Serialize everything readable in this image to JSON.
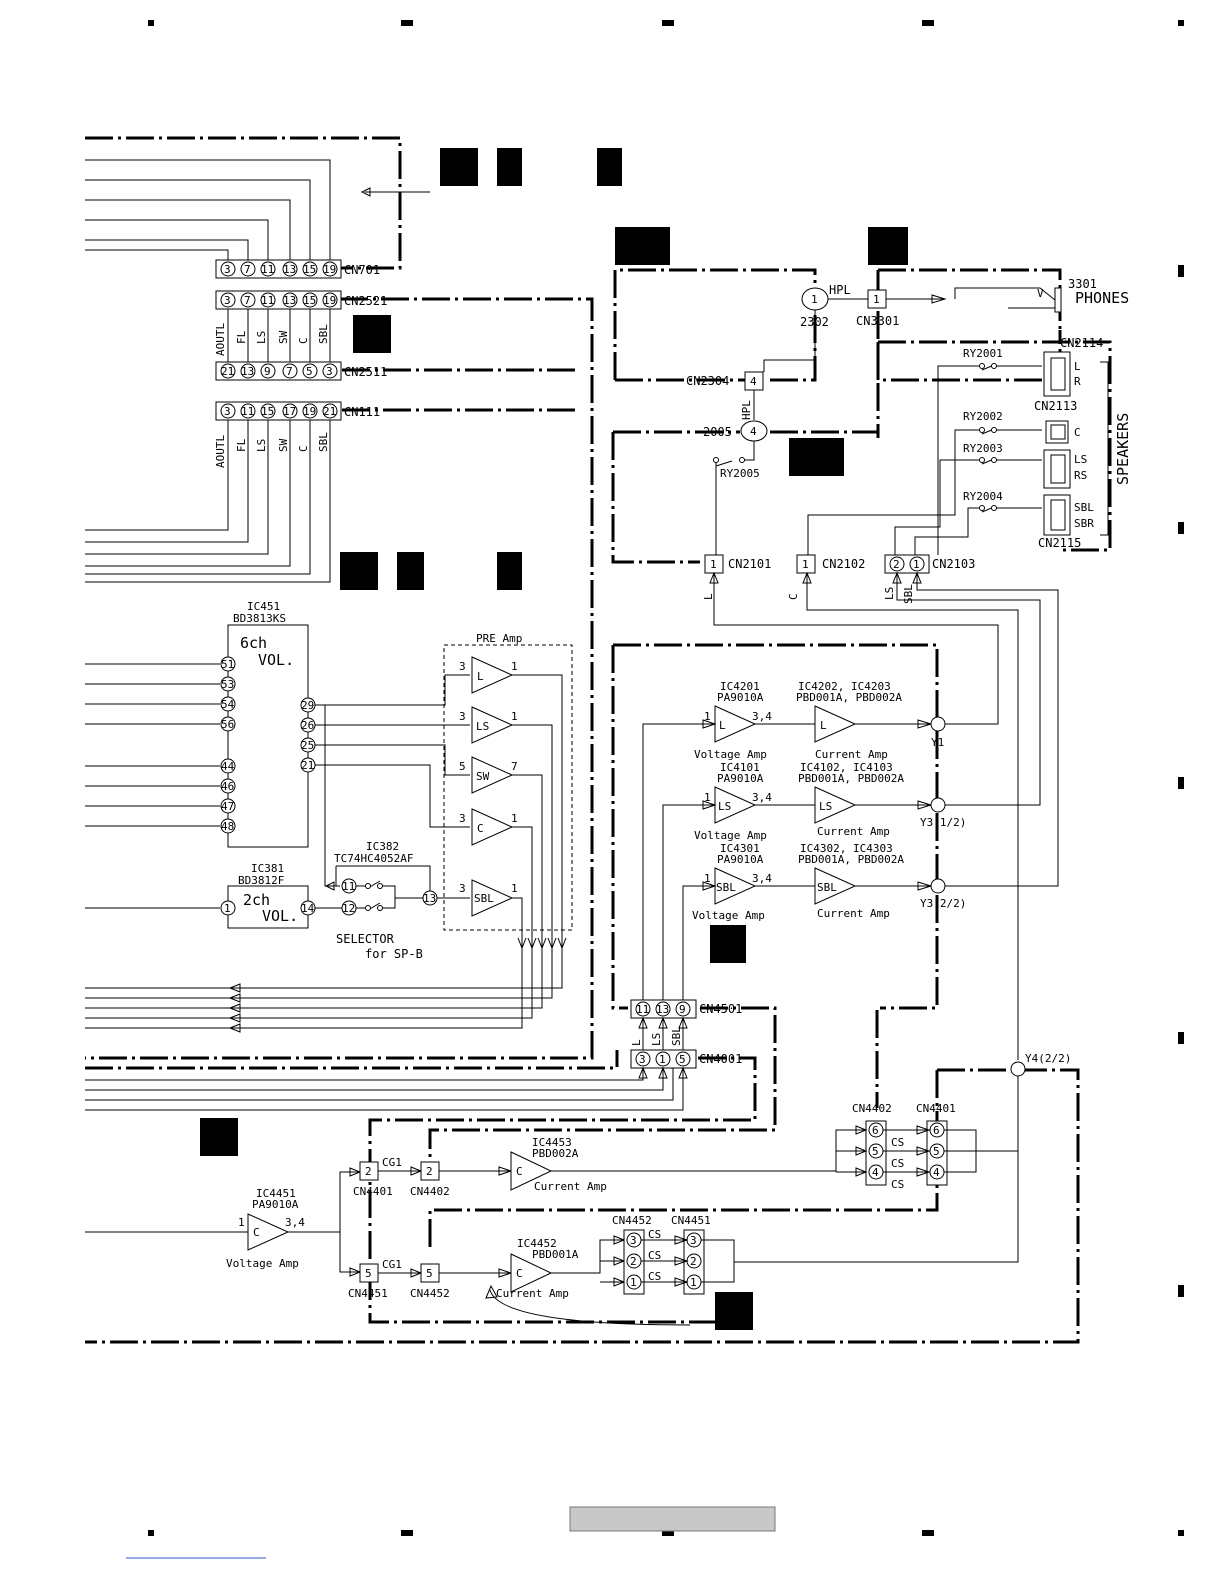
{
  "connectors": {
    "cn701": {
      "label": "CN701",
      "pins": [
        "3",
        "7",
        "11",
        "13",
        "15",
        "19"
      ]
    },
    "cn2521": {
      "label": "CN2521",
      "pins": [
        "3",
        "7",
        "11",
        "13",
        "15",
        "19"
      ]
    },
    "cn2511": {
      "label": "CN2511",
      "pins": [
        "21",
        "13",
        "9",
        "7",
        "5",
        "3"
      ]
    },
    "cn111": {
      "label": "CN111",
      "pins": [
        "3",
        "11",
        "15",
        "17",
        "19",
        "21"
      ]
    },
    "cn2302": {
      "label": "2302",
      "pin": "1"
    },
    "cn3301": {
      "label": "CN3301",
      "pin": "1"
    },
    "cn2304": {
      "label": "CN2304",
      "pin": "4"
    },
    "cn2005": {
      "label": "2005",
      "pin": "4"
    },
    "cn2101": {
      "label": "CN2101",
      "pin": "1"
    },
    "cn2102": {
      "label": "CN2102",
      "pin": "1"
    },
    "cn2103": {
      "label": "CN2103",
      "pins": [
        "2",
        "1"
      ]
    },
    "cn2114": {
      "label": "CN2114"
    },
    "cn2113": {
      "label": "CN2113"
    },
    "cn2115": {
      "label": "CN2115"
    },
    "cn4501": {
      "label": "CN4501",
      "pins": [
        "11",
        "13",
        "9"
      ]
    },
    "cn4001": {
      "label": "CN4001",
      "pins": [
        "3",
        "1",
        "5"
      ]
    },
    "cn4402": {
      "label": "CN4402",
      "pins": [
        "6",
        "5",
        "4"
      ]
    },
    "cn4401": {
      "label": "CN4401",
      "pins": [
        "6",
        "5",
        "4"
      ]
    },
    "cn4401b": {
      "label": "CN4401",
      "pin": "2"
    },
    "cn4402b": {
      "label": "CN4402",
      "pin": "2"
    },
    "cn4451b": {
      "label": "CN4451",
      "pin": "5"
    },
    "cn4452b": {
      "label": "CN4452",
      "pin": "5"
    },
    "cn4452": {
      "label": "CN4452",
      "pins": [
        "3",
        "2",
        "1"
      ]
    },
    "cn4451": {
      "label": "CN4451",
      "pins": [
        "3",
        "2",
        "1"
      ]
    }
  },
  "signals": {
    "group_a": [
      "AOUTL",
      "FL",
      "LS",
      "SW",
      "C",
      "SBL"
    ],
    "group_b": [
      "AOUTL",
      "FL",
      "LS",
      "SW",
      "C",
      "SBL"
    ],
    "hpl_top": "HPL",
    "hpl_side": "HPL",
    "cn2101_sig": "L",
    "cn2102_sig": "C",
    "cn2103_sig": [
      "LS",
      "SBL"
    ],
    "cn4501_sig": [
      "L",
      "LS",
      "SBL"
    ],
    "cg1_a": "CG1",
    "cg1_b": "CG1",
    "cs": "CS"
  },
  "phones": {
    "jack": "3301",
    "label": "PHONES",
    "v_label": "V"
  },
  "speakers": {
    "title": "SPEAKERS",
    "relays": [
      "RY2001",
      "RY2002",
      "RY2003",
      "RY2004",
      "RY2005"
    ],
    "terminals": [
      "L",
      "R",
      "C",
      "LS",
      "RS",
      "SBL",
      "SBR"
    ]
  },
  "ic451": {
    "part": "IC451",
    "model": "BD3813KS",
    "func_line1": "6ch",
    "func_line2": "VOL.",
    "pins_left": [
      "51",
      "53",
      "54",
      "56",
      "44",
      "46",
      "47",
      "48"
    ],
    "pins_right": [
      "29",
      "26",
      "25",
      "21"
    ]
  },
  "ic381": {
    "part": "IC381",
    "model": "BD3812F",
    "func_line1": "2ch",
    "func_line2": "VOL.",
    "pin_in": "1",
    "pin_out": "14"
  },
  "ic382": {
    "part": "IC382",
    "model": "TC74HC4052AF",
    "pins": [
      "11",
      "12",
      "13"
    ],
    "label_line1": "SELECTOR",
    "label_line2": "for SP-B"
  },
  "pre_amp": {
    "title": "PRE Amp",
    "stages": [
      {
        "name": "L",
        "in": "3",
        "out": "1"
      },
      {
        "name": "LS",
        "in": "3",
        "out": "1"
      },
      {
        "name": "SW",
        "in": "5",
        "out": "7"
      },
      {
        "name": "C",
        "in": "3",
        "out": "1"
      },
      {
        "name": "SBL",
        "in": "3",
        "out": "1"
      }
    ]
  },
  "power_amp": [
    {
      "v_ic": "IC4201",
      "v_model": "PA9010A",
      "c_ic": "IC4202, IC4203",
      "c_model": "PBD001A, PBD002A",
      "ch": "L",
      "in": "1",
      "out": "3,4",
      "v_label": "Voltage Amp",
      "c_label": "Current Amp",
      "node": "Y1"
    },
    {
      "v_ic": "IC4101",
      "v_model": "PA9010A",
      "c_ic": "IC4102, IC4103",
      "c_model": "PBD001A, PBD002A",
      "ch": "LS",
      "in": "1",
      "out": "3,4",
      "v_label": "Voltage Amp",
      "c_label": "Current Amp",
      "node": "Y3(1/2)"
    },
    {
      "v_ic": "IC4301",
      "v_model": "PA9010A",
      "c_ic": "IC4302, IC4303",
      "c_model": "PBD001A, PBD002A",
      "ch": "SBL",
      "in": "1",
      "out": "3,4",
      "v_label": "Voltage Amp",
      "c_label": "Current Amp",
      "node": "Y3(2/2)"
    }
  ],
  "center_amp": {
    "ic4451": {
      "part": "IC4451",
      "model": "PA9010A",
      "ch": "C",
      "in": "1",
      "out": "3,4",
      "label": "Voltage Amp"
    },
    "ic4453": {
      "part": "IC4453",
      "model": "PBD002A",
      "ch": "C",
      "label": "Current Amp"
    },
    "ic4452": {
      "part": "IC4452",
      "model": "PBD001A",
      "ch": "C",
      "label": "Current Amp"
    },
    "node": "Y4(2/2)"
  }
}
